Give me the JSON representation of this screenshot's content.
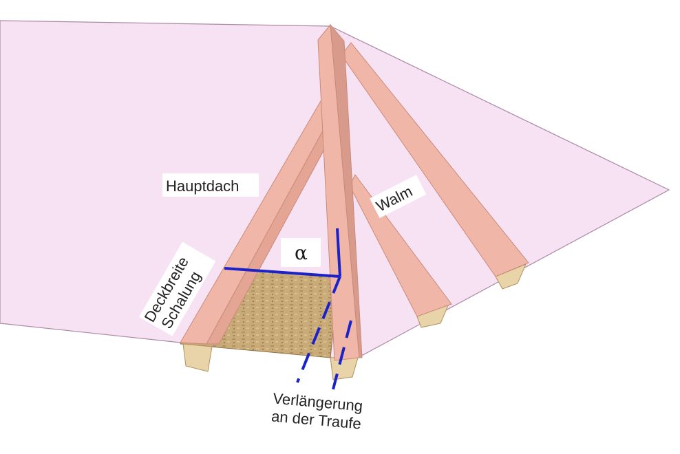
{
  "labels": {
    "main_roof": "Hauptdach",
    "hip": "Walm",
    "angle": "α",
    "deck_width_line1": "Deckbreite",
    "deck_width_line2": "Schalung",
    "extension_line1": "Verlängerung",
    "extension_line2": "an der Traufe"
  },
  "colors": {
    "roof_surface": "#f7e2f3",
    "roof_edge": "#a98aa4",
    "timber": "#f0b7a9",
    "timber_dark": "#d89a8a",
    "timber_end": "#e9d3a8",
    "osb": "#c8a978",
    "measure_line": "#1a22c8"
  }
}
